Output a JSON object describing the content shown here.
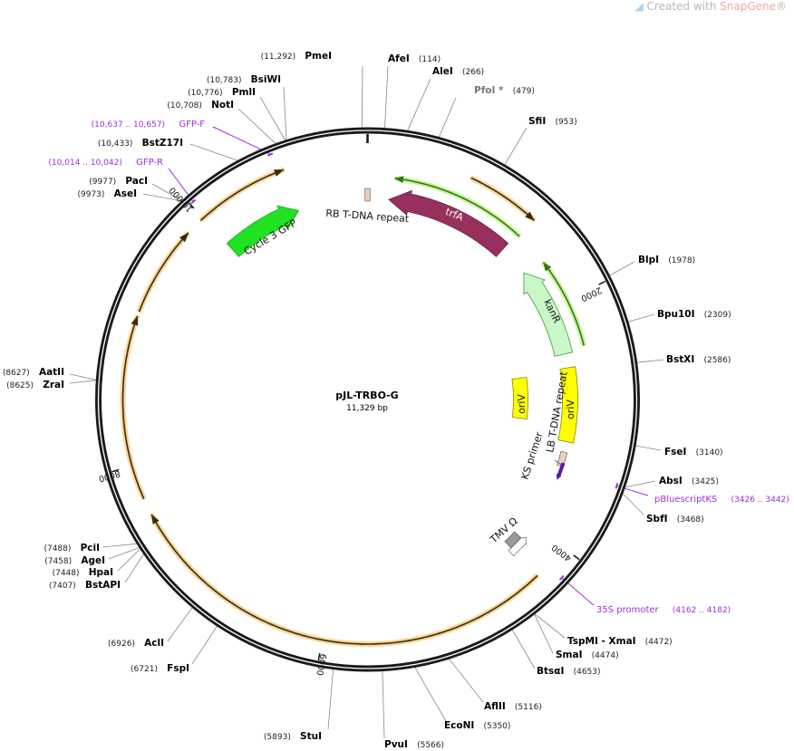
{
  "credit": {
    "prefix": "Created with ",
    "brand": "SnapGene",
    "reg": "®"
  },
  "plasmid": {
    "name": "pJL-TRBO-G",
    "length_label": "11,329 bp",
    "length_bp": 11329
  },
  "ring_ticks": [
    {
      "label": "2000",
      "bp": 2000
    },
    {
      "label": "4000",
      "bp": 4000
    },
    {
      "label": "6000",
      "bp": 6000
    },
    {
      "label": "8000",
      "bp": 8000
    },
    {
      "label": "10,000",
      "bp": 10000
    }
  ],
  "enzymes": [
    {
      "name": "PmeI",
      "pos": "(11,292)",
      "bp": 11292
    },
    {
      "name": "AfeI",
      "pos": "(114)",
      "bp": 114
    },
    {
      "name": "AleI",
      "pos": "(266)",
      "bp": 266
    },
    {
      "name": "PfoI *",
      "pos": "(479)",
      "bp": 479
    },
    {
      "name": "SfiI",
      "pos": "(953)",
      "bp": 953
    },
    {
      "name": "BlpI",
      "pos": "(1978)",
      "bp": 1978
    },
    {
      "name": "Bpu10I",
      "pos": "(2309)",
      "bp": 2309
    },
    {
      "name": "BstXI",
      "pos": "(2586)",
      "bp": 2586
    },
    {
      "name": "FseI",
      "pos": "(3140)",
      "bp": 3140
    },
    {
      "name": "AbsI",
      "pos": "(3425)",
      "bp": 3425
    },
    {
      "name": "SbfI",
      "pos": "(3468)",
      "bp": 3468
    },
    {
      "name": "TspMI  - XmaI",
      "pos": "(4472)",
      "bp": 4472
    },
    {
      "name": "SmaI",
      "pos": "(4474)",
      "bp": 4474
    },
    {
      "name": "BtsαI",
      "pos": "(4653)",
      "bp": 4653
    },
    {
      "name": "AflII",
      "pos": "(5116)",
      "bp": 5116
    },
    {
      "name": "EcoNI",
      "pos": "(5350)",
      "bp": 5350
    },
    {
      "name": "PvuI",
      "pos": "(5566)",
      "bp": 5566
    },
    {
      "name": "StuI",
      "pos": "(5893)",
      "bp": 5893
    },
    {
      "name": "FspI",
      "pos": "(6721)",
      "bp": 6721
    },
    {
      "name": "AclI",
      "pos": "(6926)",
      "bp": 6926
    },
    {
      "name": "BstAPI",
      "pos": "(7407)",
      "bp": 7407
    },
    {
      "name": "HpaI",
      "pos": "(7448)",
      "bp": 7448
    },
    {
      "name": "AgeI",
      "pos": "(7458)",
      "bp": 7458
    },
    {
      "name": "PciI",
      "pos": "(7488)",
      "bp": 7488
    },
    {
      "name": "ZraI",
      "pos": "(8625)",
      "bp": 8625
    },
    {
      "name": "AatII",
      "pos": "(8627)",
      "bp": 8627
    },
    {
      "name": "AseI",
      "pos": "(9973)",
      "bp": 9973
    },
    {
      "name": "PacI",
      "pos": "(9977)",
      "bp": 9977
    },
    {
      "name": "BstZ17I",
      "pos": "(10,433)",
      "bp": 10433
    },
    {
      "name": "NotI",
      "pos": "(10,708)",
      "bp": 10708
    },
    {
      "name": "PmlI",
      "pos": "(10,776)",
      "bp": 10776
    },
    {
      "name": "BsiWI",
      "pos": "(10,783)",
      "bp": 10783
    }
  ],
  "primers": [
    {
      "name": "GFP-F",
      "range": "(10,637 .. 10,657)",
      "bp": 10647
    },
    {
      "name": "GFP-R",
      "range": "(10,014 .. 10,042)",
      "bp": 10028
    },
    {
      "name": "pBluescriptKS",
      "range": "(3426 .. 3442)",
      "bp": 3434
    },
    {
      "name": "35S promoter",
      "range": "(4162 .. 4182)",
      "bp": 4172
    }
  ],
  "features": {
    "trfA": "trfA",
    "kanR": "kanR",
    "gfp": "Cycle 3 GFP",
    "oriV_inner": "oriV",
    "oriV_outer": "oriV",
    "rb": "RB T-DNA repeat",
    "lb": "LB T-DNA repeat",
    "ks": "KS primer",
    "tmv": "TMV Ω"
  },
  "colors": {
    "trfA": "#97305f",
    "kanR": "#c9f7c9",
    "gfp": "#22e022",
    "oriV": "#ffff00",
    "primer": "#a02ed8",
    "orf": "#f5c36b"
  }
}
